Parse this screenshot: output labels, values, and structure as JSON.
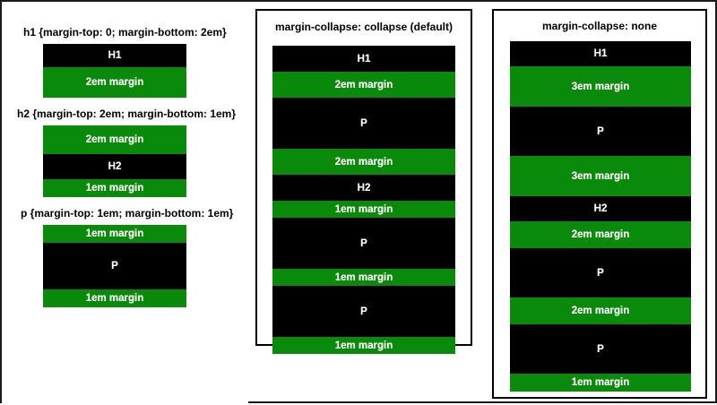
{
  "figure": {
    "title_alt": "CSS margin collapsing diagram",
    "colors": {
      "box": "#000000",
      "margin": "#0a8a0a",
      "text_on_band": "#ffffff",
      "label": "#000000",
      "frame_border": "#1a1a1a",
      "panel_border": "#000000",
      "background": "#ffffff"
    }
  },
  "key_column": {
    "name": "element-margin-key",
    "groups": [
      {
        "label": "h1 {margin-top: 0; margin-bottom: 2em}",
        "bands": [
          {
            "kind": "box",
            "text": "H1",
            "height": 26
          },
          {
            "kind": "margin",
            "text": "2em margin",
            "height": 34
          }
        ]
      },
      {
        "label": "h2 {margin-top: 2em; margin-bottom: 1em}",
        "bands": [
          {
            "kind": "margin",
            "text": "2em margin",
            "height": 32
          },
          {
            "kind": "box",
            "text": "H2",
            "height": 28
          },
          {
            "kind": "margin",
            "text": "1em margin",
            "height": 20
          }
        ]
      },
      {
        "label": "p {margin-top: 1em; margin-bottom: 1em}",
        "bands": [
          {
            "kind": "margin",
            "text": "1em margin",
            "height": 20
          },
          {
            "kind": "box",
            "text": "P",
            "height": 52
          },
          {
            "kind": "margin",
            "text": "1em margin",
            "height": 20
          }
        ]
      }
    ]
  },
  "panels": [
    {
      "name": "panel-collapse",
      "title": "margin-collapse: collapse (default)",
      "bands": [
        {
          "kind": "box",
          "text": "H1",
          "height": 29
        },
        {
          "kind": "margin",
          "text": "2em margin",
          "height": 29
        },
        {
          "kind": "box",
          "text": "P",
          "height": 57
        },
        {
          "kind": "margin",
          "text": "2em margin",
          "height": 29
        },
        {
          "kind": "box",
          "text": "H2",
          "height": 29
        },
        {
          "kind": "margin",
          "text": "1em margin",
          "height": 19
        },
        {
          "kind": "box",
          "text": "P",
          "height": 57
        },
        {
          "kind": "margin",
          "text": "1em margin",
          "height": 19
        },
        {
          "kind": "box",
          "text": "P",
          "height": 57
        },
        {
          "kind": "margin",
          "text": "1em margin",
          "height": 19
        }
      ]
    },
    {
      "name": "panel-none",
      "title": "margin-collapse: none",
      "bands": [
        {
          "kind": "box",
          "text": "H1",
          "height": 28
        },
        {
          "kind": "margin",
          "text": "3em margin",
          "height": 45
        },
        {
          "kind": "box",
          "text": "P",
          "height": 55
        },
        {
          "kind": "margin",
          "text": "3em margin",
          "height": 45
        },
        {
          "kind": "box",
          "text": "H2",
          "height": 28
        },
        {
          "kind": "margin",
          "text": "2em margin",
          "height": 30
        },
        {
          "kind": "box",
          "text": "P",
          "height": 55
        },
        {
          "kind": "margin",
          "text": "2em margin",
          "height": 30
        },
        {
          "kind": "box",
          "text": "P",
          "height": 55
        },
        {
          "kind": "margin",
          "text": "1em margin",
          "height": 20
        }
      ]
    }
  ]
}
